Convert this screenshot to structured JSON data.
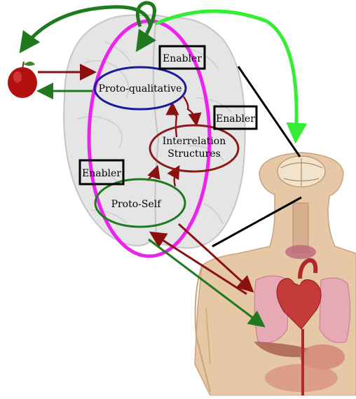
{
  "labels": {
    "proto_qualitative": "Proto-qualitative",
    "interrelation_line1": "Interrelation",
    "interrelation_line2": "Structures",
    "proto_self": "Proto-Self",
    "enabler_top": "Enabler",
    "enabler_right": "Enabler",
    "enabler_left": "Enabler"
  },
  "colors": {
    "proto_qualitative_outline": "#1a1a9a",
    "interrelation_outline": "#8b1a1a",
    "proto_self_outline": "#1f7a1f",
    "mind_boundary": "#ee22ee",
    "sensory_arrows": "#8b1010",
    "motor_arrows": "#1f7a1f",
    "bright_arrow": "#33ee33",
    "brain_fill": "#e6e6e6",
    "body_fill": "#e4c6a4"
  }
}
